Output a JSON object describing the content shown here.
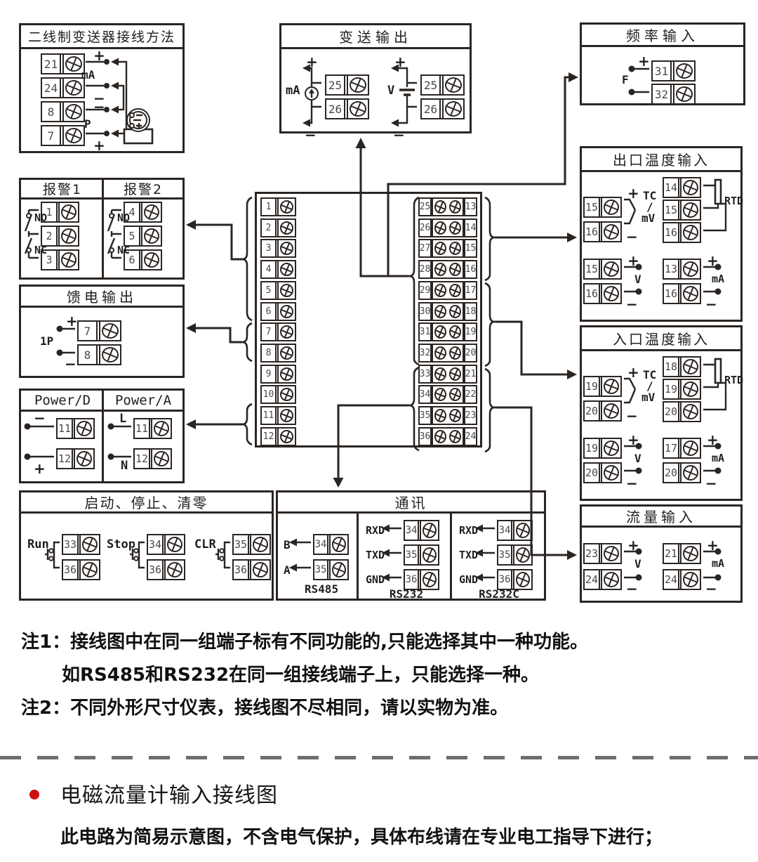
{
  "sym": {
    "plus": "+",
    "minus": "−",
    "ma": "mA",
    "v": "V",
    "f": "F",
    "tc": "TC",
    "slash": "/",
    "mv": "mV",
    "rtd": "RTD",
    "no": "NO",
    "nc": "NC",
    "p": "P",
    "onep": "1P",
    "l": "L",
    "n": "N"
  },
  "two_wire": {
    "title": "二线制变送器接线方法",
    "terminals": [
      "21",
      "24",
      "8",
      "7"
    ]
  },
  "transmit": {
    "title": "变送输出",
    "ma_terminals": [
      "25",
      "26"
    ],
    "v_terminals": [
      "25",
      "26"
    ]
  },
  "freq": {
    "title": "频率输入",
    "terminals": [
      "31",
      "32"
    ]
  },
  "alarm": {
    "title1": "报警1",
    "title2": "报警2",
    "group1": [
      "1",
      "2",
      "3"
    ],
    "group2": [
      "4",
      "5",
      "6"
    ]
  },
  "feed": {
    "title": "馈电输出",
    "terminals": [
      "7",
      "8"
    ]
  },
  "power": {
    "title_d": "Power/D",
    "title_a": "Power/A",
    "d": [
      "11",
      "12"
    ],
    "a": [
      "11",
      "12"
    ]
  },
  "startstop": {
    "title": "启动、停止、清零",
    "run": "Run",
    "stop": "Stop",
    "clr": "CLR",
    "run_t": [
      "33",
      "36"
    ],
    "stop_t": [
      "34",
      "36"
    ],
    "clr_t": [
      "35",
      "36"
    ]
  },
  "comm": {
    "title": "通讯",
    "rs485": "RS485",
    "rs232": "RS232",
    "rs232c": "RS232C",
    "b": "B",
    "a": "A",
    "rxd": "RXD",
    "txd": "TXD",
    "gnd": "GND",
    "rs485_t": [
      "34",
      "35"
    ],
    "rs232_t": [
      "34",
      "35",
      "36"
    ],
    "rs232c_t": [
      "34",
      "35",
      "36"
    ]
  },
  "outlet": {
    "title": "出口温度输入",
    "tc_t": [
      "15",
      "16"
    ],
    "rtd_t": [
      "14",
      "15",
      "16"
    ],
    "v_t": [
      "15",
      "16"
    ],
    "ma_t": [
      "13",
      "16"
    ]
  },
  "inlet": {
    "title": "入口温度输入",
    "tc_t": [
      "19",
      "20"
    ],
    "rtd_t": [
      "18",
      "19",
      "20"
    ],
    "v_t": [
      "19",
      "20"
    ],
    "ma_t": [
      "17",
      "20"
    ]
  },
  "flow": {
    "title": "流量输入",
    "v_t": [
      "23",
      "24"
    ],
    "ma_t": [
      "21",
      "24"
    ]
  },
  "center": {
    "left": [
      "1",
      "2",
      "3",
      "4",
      "5",
      "6",
      "7",
      "8",
      "9",
      "10",
      "11",
      "12"
    ],
    "inner": [
      "25",
      "26",
      "27",
      "28",
      "29",
      "30",
      "31",
      "32",
      "33",
      "34",
      "35",
      "36"
    ],
    "outer": [
      "13",
      "14",
      "15",
      "16",
      "17",
      "18",
      "19",
      "20",
      "21",
      "22",
      "23",
      "24"
    ]
  },
  "notes": {
    "n1_label": "注1：",
    "n1": "接线图中在同一组端子标有不同功能的,只能选择其中一种功能。",
    "n1b": "如RS485和RS232在同一组接线端子上，只能选择一种。",
    "n2_label": "注2：",
    "n2": "不同外形尺寸仪表，接线图不尽相同，请以实物为准。"
  },
  "footer": {
    "heading": "电磁流量计输入接线图",
    "sub": "此电路为简易示意图，不含电气保护，具体布线请在专业电工指导下进行；"
  }
}
